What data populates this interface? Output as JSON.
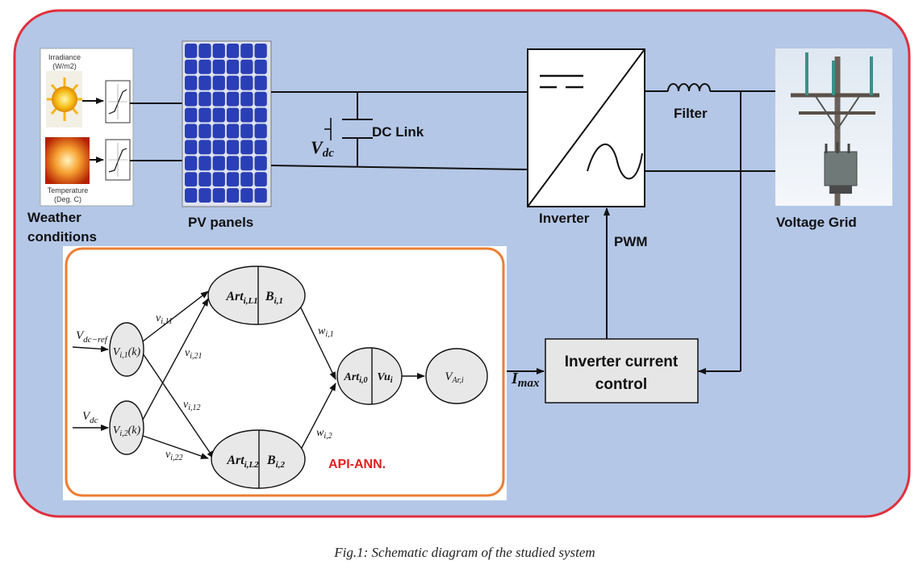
{
  "weather": {
    "irradiance_label": "Irradiance",
    "irradiance_unit": "(W/m2)",
    "temperature_label": "Temperature",
    "temperature_unit": "(Deg. C)",
    "caption_line1": "Weather",
    "caption_line2": "conditions"
  },
  "pv": {
    "label": "PV panels"
  },
  "dclink": {
    "label": "DC Link",
    "voltage_main": "V",
    "voltage_sub": "dc"
  },
  "inverter": {
    "label": "Inverter",
    "pwm_label": "PWM"
  },
  "filter": {
    "label": "Filter"
  },
  "grid": {
    "label": "Voltage Grid"
  },
  "control": {
    "line1": "Inverter current",
    "line2": "control",
    "imax_main": "I",
    "imax_sub": "max"
  },
  "ann": {
    "title": "API-ANN.",
    "input_ref_main": "V",
    "input_ref_sub": "dc−ref",
    "input_dc_main": "V",
    "input_dc_sub": "dc",
    "node_in1": {
      "main": "V",
      "sub": "i,1",
      "tail": "(k)"
    },
    "node_in2": {
      "main": "V",
      "sub": "i,2",
      "tail": "(k)"
    },
    "node_h1_left": {
      "main": "Art",
      "sub": "i,L1"
    },
    "node_h1_right": {
      "main": "B",
      "sub": "i,1"
    },
    "node_h2_left": {
      "main": "Art",
      "sub": "i,L2"
    },
    "node_h2_right": {
      "main": "B",
      "sub": "i,2"
    },
    "node_out_left": {
      "main": "Art",
      "sub": "i,0"
    },
    "node_out_right": {
      "main": "Vu",
      "sub": "i"
    },
    "node_final": {
      "main": "V",
      "sub": "Ar,i"
    },
    "w_v11": {
      "main": "v",
      "sub": "i,11"
    },
    "w_v21": {
      "main": "v",
      "sub": "i,21"
    },
    "w_v12": {
      "main": "v",
      "sub": "i,12"
    },
    "w_v22": {
      "main": "v",
      "sub": "i,22"
    },
    "w_w1": {
      "main": "w",
      "sub": "i,1"
    },
    "w_w2": {
      "main": "w",
      "sub": "i,2"
    }
  },
  "caption": "Fig.1: Schematic diagram of the studied system",
  "colors": {
    "panel_bg": "#b4c7e7",
    "panel_border": "#e0303c",
    "ann_border": "#ed7d31",
    "ann_title": "#e02020",
    "pv_cell": "#2a3fb5",
    "control_bg": "#e6e6e6"
  }
}
